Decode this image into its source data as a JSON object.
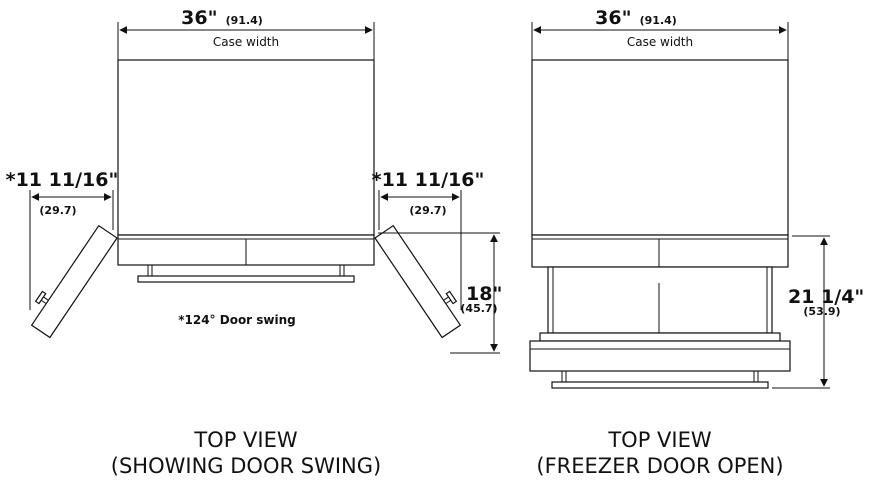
{
  "left_view": {
    "width_dim": "36\"",
    "width_metric": "(91.4)",
    "width_label": "Case width",
    "swing_left": "*11 11/16\"",
    "swing_left_metric": "(29.7)",
    "swing_right": "*11 11/16\"",
    "swing_right_metric": "(29.7)",
    "depth_dim": "18\"",
    "depth_metric": "(45.7)",
    "door_note": "*124° Door swing",
    "caption_line1": "TOP VIEW",
    "caption_line2": "(SHOWING DOOR SWING)"
  },
  "right_view": {
    "width_dim": "36\"",
    "width_metric": "(91.4)",
    "width_label": "Case width",
    "depth_dim": "21 1/4\"",
    "depth_metric": "(53.9)",
    "caption_line1": "TOP VIEW",
    "caption_line2": "(FREEZER DOOR OPEN)"
  }
}
